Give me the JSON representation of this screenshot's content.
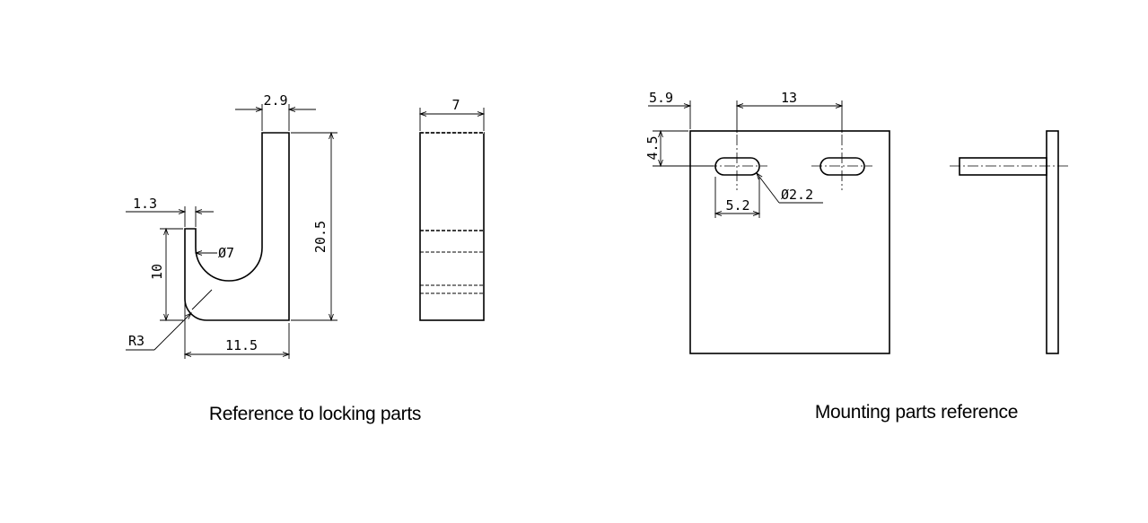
{
  "left_view": {
    "caption": "Reference to locking parts",
    "dims": {
      "top_width": "2.9",
      "lip_width": "1.3",
      "lip_height": "10",
      "bend_radius": "R3",
      "bottom_width": "11.5",
      "hook_diameter": "Ø7",
      "total_height": "20.5",
      "side_thickness": "7"
    }
  },
  "right_view": {
    "caption": "Mounting parts reference",
    "dims": {
      "edge_offset": "5.9",
      "slot_spacing": "13",
      "slot_top_offset": "4.5",
      "slot_length": "5.2",
      "slot_diameter": "Ø2.2"
    }
  }
}
